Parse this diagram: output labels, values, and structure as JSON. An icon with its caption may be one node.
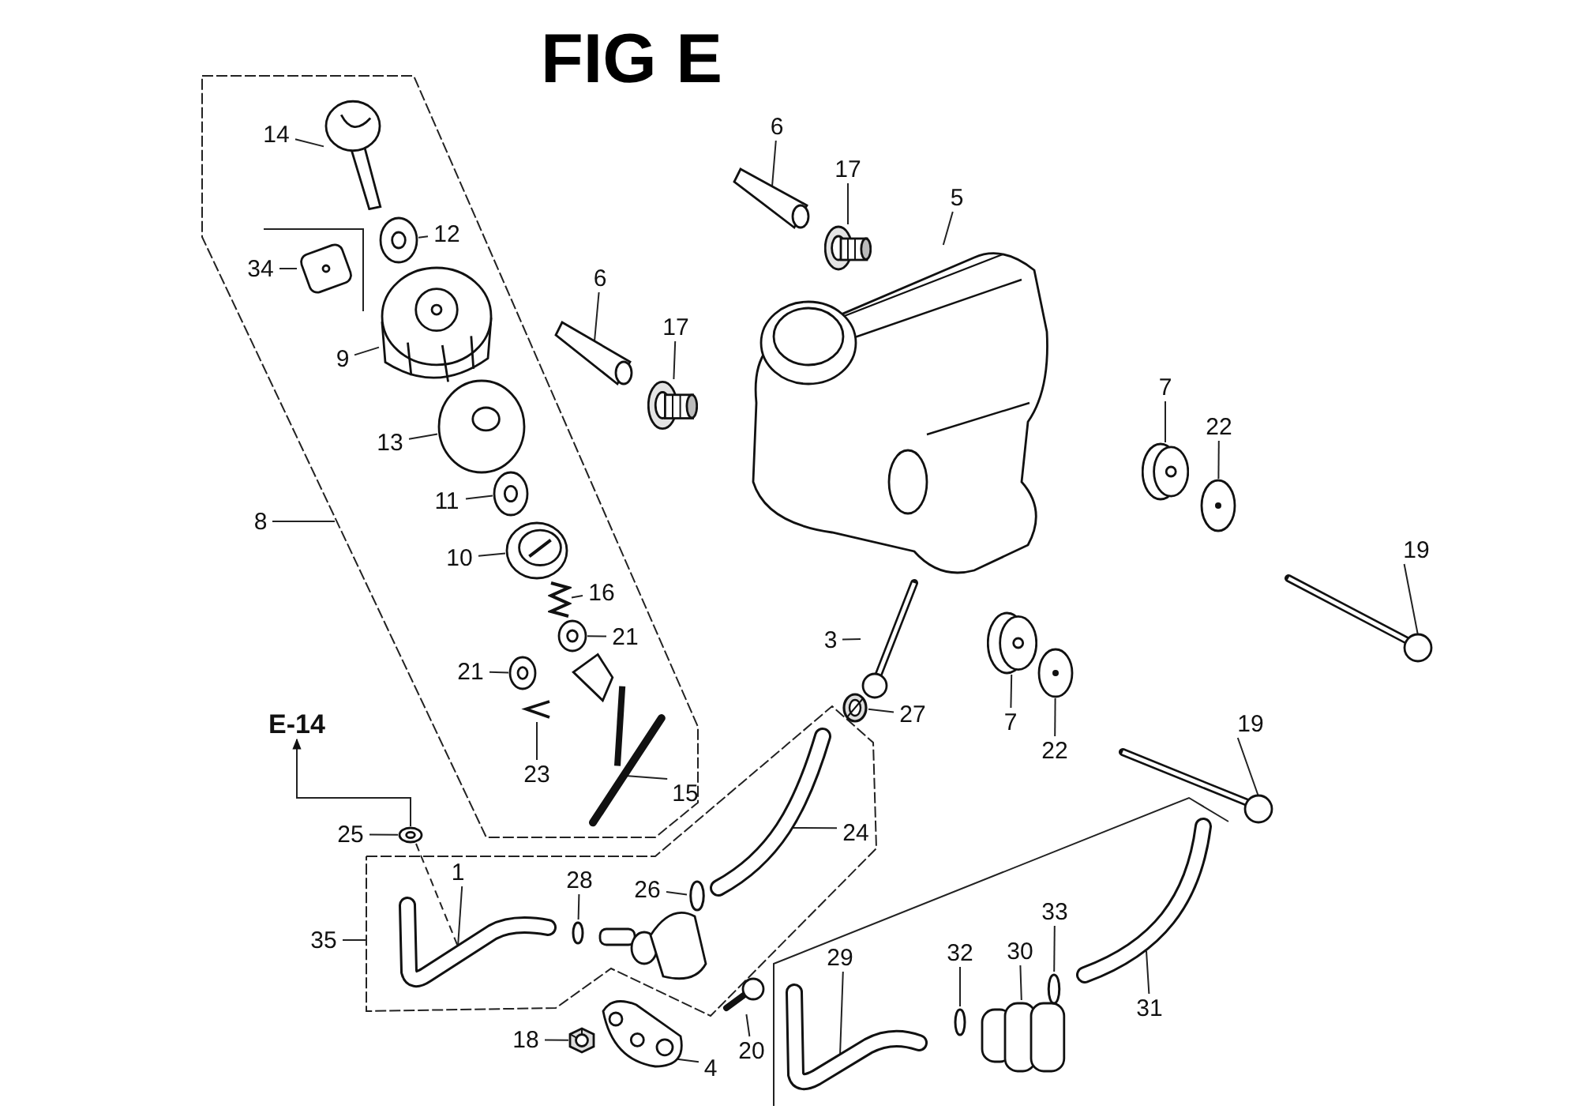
{
  "diagram": {
    "title": "FIG E",
    "nodes": [
      {
        "text": [
          "14"
        ]
      },
      {
        "text": [],
        "shape": "picture"
      },
      {
        "text": [
          "12"
        ]
      },
      {
        "text": [],
        "shape": "picture"
      },
      {
        "text": [
          "34"
        ]
      },
      {
        "text": [],
        "shape": "picture"
      },
      {
        "text": [
          "9"
        ]
      },
      {
        "text": [],
        "shape": "picture"
      },
      {
        "text": [
          "8"
        ]
      },
      {
        "text": [
          "13"
        ]
      },
      {
        "text": [],
        "shape": "picture"
      },
      {
        "text": [
          "11"
        ]
      },
      {
        "text": [],
        "shape": "picture"
      },
      {
        "text": [
          "10"
        ]
      },
      {
        "text": [],
        "shape": "picture"
      },
      {
        "text": [
          "16"
        ]
      },
      {
        "text": [],
        "shape": "picture"
      },
      {
        "text": [
          "21"
        ]
      },
      {
        "text": [],
        "shape": "picture"
      },
      {
        "text": [
          "21"
        ]
      },
      {
        "text": [],
        "shape": "picture"
      },
      {
        "text": [
          "23"
        ]
      },
      {
        "text": [],
        "shape": "picture"
      },
      {
        "text": [
          "15"
        ]
      },
      {
        "text": [],
        "shape": "picture"
      },
      {
        "text": [
          "6"
        ]
      },
      {
        "text": [],
        "shape": "picture"
      },
      {
        "text": [
          "17"
        ]
      },
      {
        "text": [],
        "shape": "picture"
      },
      {
        "text": [
          "6"
        ]
      },
      {
        "text": [],
        "shape": "picture"
      },
      {
        "text": [
          "17"
        ]
      },
      {
        "text": [],
        "shape": "picture"
      },
      {
        "text": [
          "5"
        ]
      },
      {
        "text": [],
        "shape": "picture"
      },
      {
        "text": [
          "7"
        ]
      },
      {
        "text": [],
        "shape": "picture"
      },
      {
        "text": [
          "22"
        ]
      },
      {
        "text": [],
        "shape": "picture"
      },
      {
        "text": [
          "19"
        ]
      },
      {
        "text": [],
        "shape": "picture"
      },
      {
        "text": [
          "3"
        ]
      },
      {
        "text": [],
        "shape": "picture"
      },
      {
        "text": [
          "27"
        ]
      },
      {
        "text": [],
        "shape": "picture"
      },
      {
        "text": [
          "7"
        ]
      },
      {
        "text": [],
        "shape": "picture"
      },
      {
        "text": [
          "22"
        ]
      },
      {
        "text": [],
        "shape": "picture"
      },
      {
        "text": [
          "19"
        ]
      },
      {
        "text": [],
        "shape": "picture"
      },
      {
        "text": [
          "24"
        ]
      },
      {
        "text": [],
        "shape": "picture"
      },
      {
        "text": [
          "E-14"
        ]
      },
      {
        "text": [
          "25"
        ]
      },
      {
        "text": [],
        "shape": "picture"
      },
      {
        "text": [
          "1"
        ]
      },
      {
        "text": [],
        "shape": "picture"
      },
      {
        "text": [
          "28"
        ]
      },
      {
        "text": [],
        "shape": "picture"
      },
      {
        "text": [
          "35"
        ]
      },
      {
        "text": [
          "26"
        ]
      },
      {
        "text": [],
        "shape": "picture"
      },
      {
        "text": [
          "18"
        ]
      },
      {
        "text": [],
        "shape": "picture"
      },
      {
        "text": [
          "4"
        ]
      },
      {
        "text": [],
        "shape": "picture"
      },
      {
        "text": [
          "20"
        ]
      },
      {
        "text": [],
        "shape": "picture"
      },
      {
        "text": [
          "29"
        ]
      },
      {
        "text": [],
        "shape": "picture"
      },
      {
        "text": [
          "32"
        ]
      },
      {
        "text": [],
        "shape": "picture"
      },
      {
        "text": [
          "30"
        ]
      },
      {
        "text": [],
        "shape": "picture"
      },
      {
        "text": [
          "33"
        ]
      },
      {
        "text": [],
        "shape": "picture"
      },
      {
        "text": [
          "31"
        ]
      },
      {
        "text": [],
        "shape": "picture"
      }
    ],
    "edges": [
      {
        "from": 0,
        "to": 1,
        "arrow": "none"
      },
      {
        "from": 2,
        "to": 3,
        "arrow": "none"
      },
      {
        "from": 4,
        "to": 5,
        "arrow": "none"
      },
      {
        "from": 6,
        "to": 7,
        "arrow": "none"
      },
      {
        "from": 8,
        "to": null,
        "arrow": "none"
      },
      {
        "from": 9,
        "to": 10,
        "arrow": "none"
      },
      {
        "from": 11,
        "to": 12,
        "arrow": "none"
      },
      {
        "from": 13,
        "to": 14,
        "arrow": "none"
      },
      {
        "from": 15,
        "to": 16,
        "arrow": "none"
      },
      {
        "from": 17,
        "to": 18,
        "arrow": "none"
      },
      {
        "from": 19,
        "to": 20,
        "arrow": "none"
      },
      {
        "from": 21,
        "to": 22,
        "arrow": "none"
      },
      {
        "from": 23,
        "to": 24,
        "arrow": "none"
      },
      {
        "from": 25,
        "to": 26,
        "arrow": "none"
      },
      {
        "from": 27,
        "to": 28,
        "arrow": "none"
      },
      {
        "from": 29,
        "to": 30,
        "arrow": "none"
      },
      {
        "from": 31,
        "to": 32,
        "arrow": "none"
      },
      {
        "from": 33,
        "to": 34,
        "arrow": "none"
      },
      {
        "from": 35,
        "to": 36,
        "arrow": "none"
      },
      {
        "from": 37,
        "to": 38,
        "arrow": "none"
      },
      {
        "from": 39,
        "to": 40,
        "arrow": "none"
      },
      {
        "from": 41,
        "to": 42,
        "arrow": "none"
      },
      {
        "from": 43,
        "to": 44,
        "arrow": "none"
      },
      {
        "from": 45,
        "to": 46,
        "arrow": "none"
      },
      {
        "from": 47,
        "to": 48,
        "arrow": "none"
      },
      {
        "from": 49,
        "to": 50,
        "arrow": "none"
      },
      {
        "from": 51,
        "to": 52,
        "arrow": "none"
      },
      {
        "from": 55,
        "to": 53,
        "arrow": "to"
      },
      {
        "from": 54,
        "to": 55,
        "arrow": "none"
      },
      {
        "from": 56,
        "to": 57,
        "arrow": "none"
      },
      {
        "from": 58,
        "to": 59,
        "arrow": "none"
      },
      {
        "from": 60,
        "to": null,
        "arrow": "none"
      },
      {
        "from": 61,
        "to": 62,
        "arrow": "none"
      },
      {
        "from": 63,
        "to": 64,
        "arrow": "none"
      },
      {
        "from": 65,
        "to": 66,
        "arrow": "none"
      },
      {
        "from": 67,
        "to": 68,
        "arrow": "none"
      },
      {
        "from": 69,
        "to": 70,
        "arrow": "none"
      },
      {
        "from": 71,
        "to": 72,
        "arrow": "none"
      },
      {
        "from": 73,
        "to": 74,
        "arrow": "none"
      },
      {
        "from": 75,
        "to": 76,
        "arrow": "none"
      },
      {
        "from": 77,
        "to": 78,
        "arrow": "none"
      },
      {
        "from": 55,
        "to": 57,
        "arrow": "none",
        "style": "dashed"
      }
    ]
  }
}
